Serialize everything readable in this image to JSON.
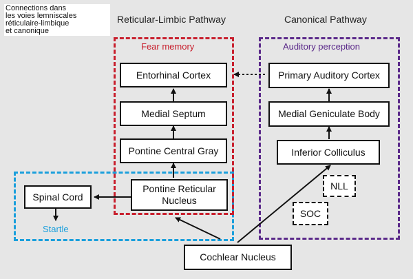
{
  "caption": {
    "lines": [
      "Connections dans",
      "les voies lemniscales",
      "réticulaire-limbique",
      "et canonique"
    ]
  },
  "titles": {
    "left": "Reticular-Limbic Pathway",
    "right": "Canonical Pathway"
  },
  "regions": {
    "fear": {
      "label": "Fear memory",
      "color": "#c8202e"
    },
    "auditory": {
      "label": "Auditory perception",
      "color": "#5b2a8a"
    },
    "startle": {
      "label": "Startle",
      "color": "#1a9fdc"
    }
  },
  "nodes": {
    "entorhinal": "Entorhinal Cortex",
    "septum": "Medial Septum",
    "pontine_gray": "Pontine Central Gray",
    "pontine_reticular": "Pontine Reticular\nNucleus",
    "spinal": "Spinal Cord",
    "auditory_cortex": "Primary Auditory Cortex",
    "geniculate": "Medial Geniculate Body",
    "colliculus": "Inferior Colliculus",
    "nll": "NLL",
    "soc": "SOC",
    "cochlear": "Cochlear Nucleus"
  }
}
